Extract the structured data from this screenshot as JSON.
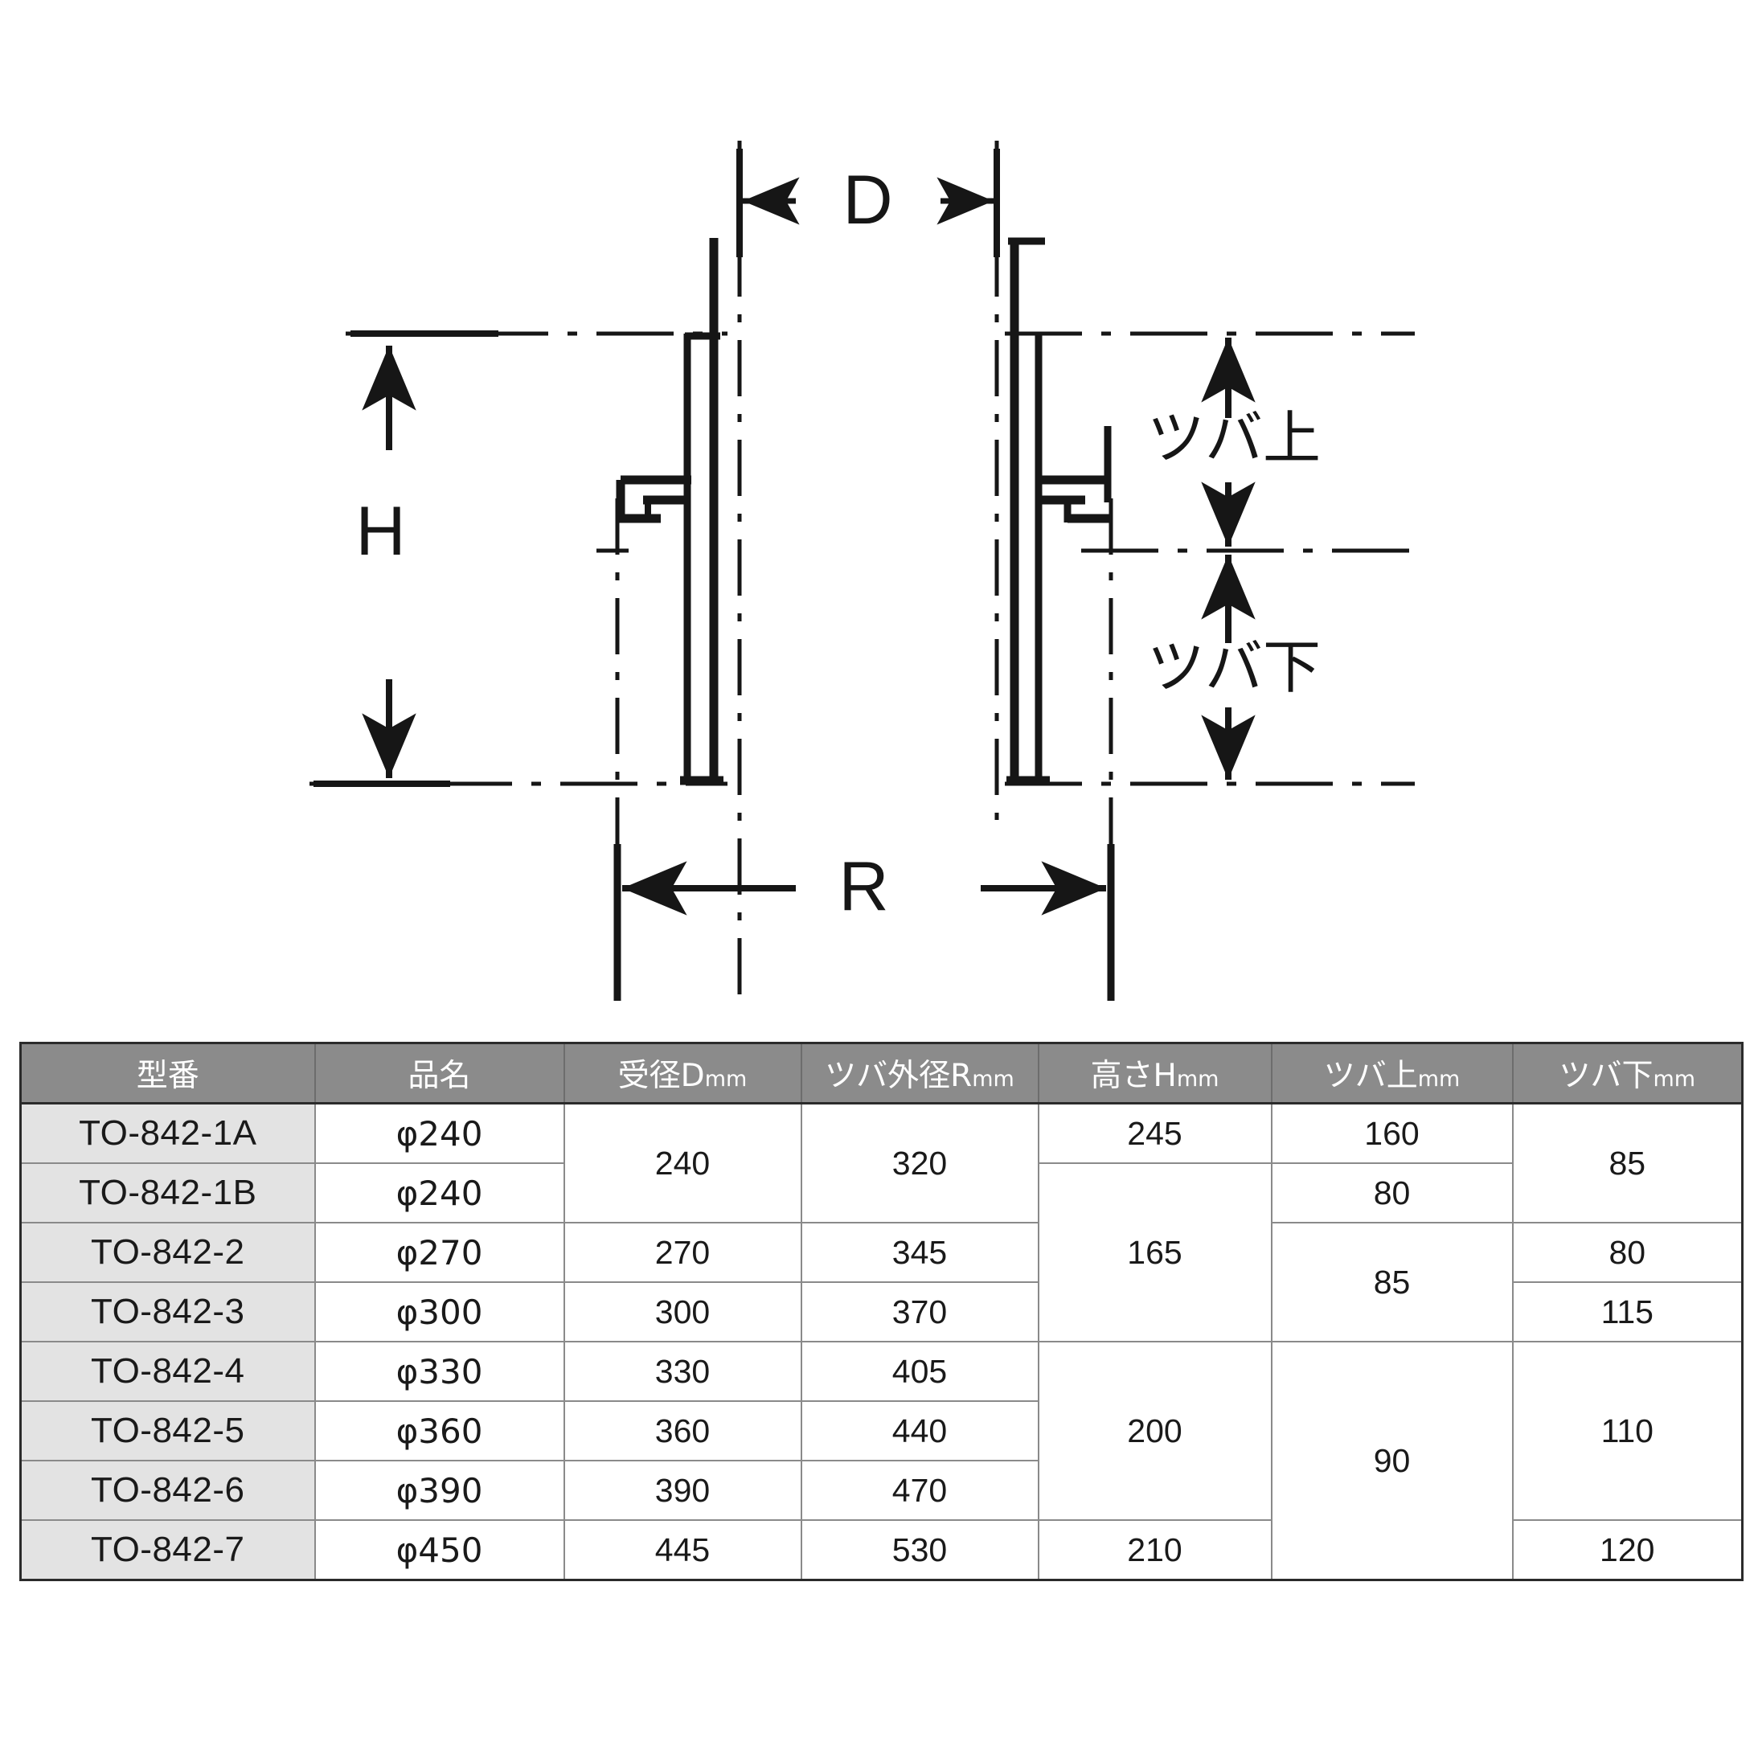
{
  "drawing": {
    "dimension_labels": {
      "d": "D",
      "h": "H",
      "r": "R",
      "flange_upper": "ツバ上",
      "flange_lower": "ツバ下"
    }
  },
  "table": {
    "headers": [
      {
        "label": "型番",
        "unit": ""
      },
      {
        "label": "品名",
        "unit": ""
      },
      {
        "label": "受径D",
        "unit": "mm"
      },
      {
        "label": "ツバ外径R",
        "unit": "mm"
      },
      {
        "label": "高さH",
        "unit": "mm"
      },
      {
        "label": "ツバ上",
        "unit": "mm"
      },
      {
        "label": "ツバ下",
        "unit": "mm"
      }
    ],
    "rows": [
      {
        "model": "TO-842-1A",
        "pname": "φ240",
        "d": "240",
        "r": "320",
        "h": "245",
        "upper": "160",
        "lower": "85"
      },
      {
        "model": "TO-842-1B",
        "pname": "φ240",
        "d": "240",
        "r": "320",
        "h": "165",
        "upper": "80",
        "lower": "85"
      },
      {
        "model": "TO-842-2",
        "pname": "φ270",
        "d": "270",
        "r": "345",
        "h": "165",
        "upper": "85",
        "lower": "80"
      },
      {
        "model": "TO-842-3",
        "pname": "φ300",
        "d": "300",
        "r": "370",
        "h": "165",
        "upper": "85",
        "lower": "115"
      },
      {
        "model": "TO-842-4",
        "pname": "φ330",
        "d": "330",
        "r": "405",
        "h": "200",
        "upper": "90",
        "lower": "110"
      },
      {
        "model": "TO-842-5",
        "pname": "φ360",
        "d": "360",
        "r": "440",
        "h": "200",
        "upper": "90",
        "lower": "110"
      },
      {
        "model": "TO-842-6",
        "pname": "φ390",
        "d": "390",
        "r": "470",
        "h": "200",
        "upper": "90",
        "lower": "110"
      },
      {
        "model": "TO-842-7",
        "pname": "φ450",
        "d": "445",
        "r": "530",
        "h": "210",
        "upper": "90",
        "lower": "120"
      }
    ],
    "cells": {
      "r0c0": "TO-842-1A",
      "r0c1": "φ240",
      "r0c2": "240",
      "r0c3": "320",
      "r0c4": "245",
      "r0c5": "160",
      "r0c6": "85",
      "r1c0": "TO-842-1B",
      "r1c1": "φ240",
      "r1c4": "165",
      "r1c5": "80",
      "r2c0": "TO-842-2",
      "r2c1": "φ270",
      "r2c2": "270",
      "r2c3": "345",
      "r2c5": "85",
      "r2c6": "80",
      "r3c0": "TO-842-3",
      "r3c1": "φ300",
      "r3c2": "300",
      "r3c3": "370",
      "r3c6": "115",
      "r4c0": "TO-842-4",
      "r4c1": "φ330",
      "r4c2": "330",
      "r4c3": "405",
      "r4c4": "200",
      "r4c5": "90",
      "r4c6": "110",
      "r5c0": "TO-842-5",
      "r5c1": "φ360",
      "r5c2": "360",
      "r5c3": "440",
      "r6c0": "TO-842-6",
      "r6c1": "φ390",
      "r6c2": "390",
      "r6c3": "470",
      "r7c0": "TO-842-7",
      "r7c1": "φ450",
      "r7c2": "445",
      "r7c3": "530",
      "r7c4": "210",
      "r7c6": "120"
    },
    "colors": {
      "header_bg": "#8b8b8b",
      "header_text": "#ffffff",
      "model_bg": "#e3e3e3",
      "cell_bg": "#ffffff",
      "border": "#7d7d7d",
      "outer_border": "#2b2b2b"
    }
  }
}
